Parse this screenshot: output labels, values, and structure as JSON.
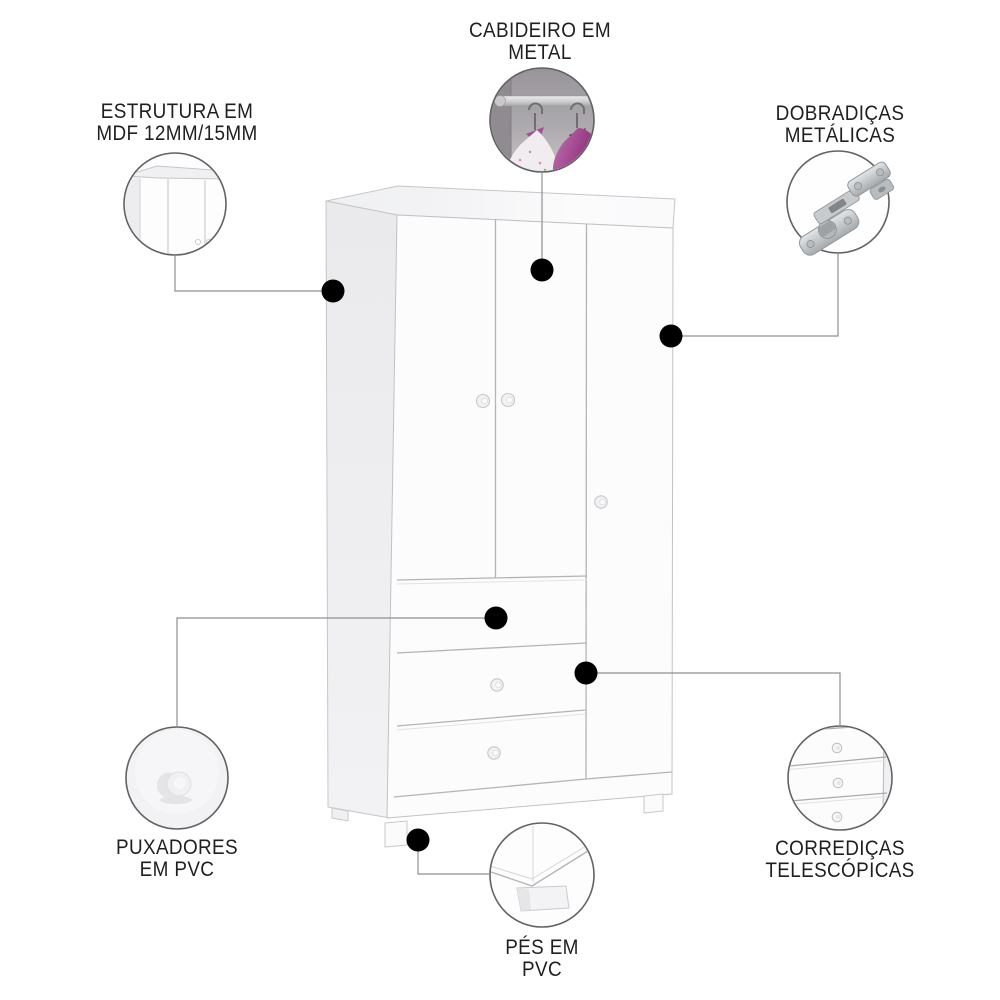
{
  "page": {
    "background": "#ffffff",
    "kind": "product-feature-diagram",
    "product": "Guarda-roupa branco 3 portas e 3 gavetas"
  },
  "colors": {
    "text": "#1f1f1f",
    "line": "#8f8f92",
    "dot": "#000000",
    "circle_stroke": "#626264",
    "cabinet_front": "#fcfcfd",
    "cabinet_side": "#ededef",
    "cabinet_top_left": "#eff0f2",
    "cabinet_top_right": "#fbfbfc",
    "cabinet_edge": "#c6c6c9",
    "interior_gray": "#a39fa3",
    "clothes_left": "#f0ecef",
    "clothes_right": "#a2468f",
    "metal": "#c3c6c9"
  },
  "callouts": {
    "estrutura": {
      "line1": "ESTRUTURA EM",
      "line2": "MDF 12MM/15MM"
    },
    "cabideiro": {
      "line1": "CABIDEIRO EM",
      "line2": "METAL"
    },
    "dobradicas": {
      "line1": "DOBRADIÇAS",
      "line2": "METÁLICAS"
    },
    "puxadores": {
      "line1": "PUXADORES",
      "line2": "EM PVC"
    },
    "corredicas": {
      "line1": "CORREDIÇAS",
      "line2": "TELESCÓPICAS"
    },
    "pes": {
      "line1": "PÉS EM",
      "line2": "PVC"
    }
  },
  "features": {
    "doors": "3",
    "drawers": "3"
  }
}
